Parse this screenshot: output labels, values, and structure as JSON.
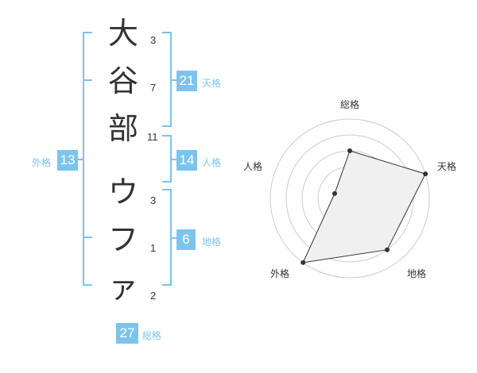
{
  "name": {
    "chars": [
      {
        "char": "大",
        "strokes": "3"
      },
      {
        "char": "谷",
        "strokes": "7"
      },
      {
        "char": "部",
        "strokes": "11"
      },
      {
        "char": "ウ",
        "strokes": "3"
      },
      {
        "char": "フ",
        "strokes": "1"
      },
      {
        "char": "ァ",
        "strokes": "2"
      }
    ]
  },
  "fortune": {
    "tenkaku": {
      "value": "21",
      "label": "天格"
    },
    "jinkaku": {
      "value": "14",
      "label": "人格"
    },
    "chikaku": {
      "value": "6",
      "label": "地格"
    },
    "gaikaku": {
      "value": "13",
      "label": "外格"
    },
    "soukaku": {
      "value": "27",
      "label": "総格"
    }
  },
  "colors": {
    "accent": "#7cc4ec",
    "radar_fill": "#f0f0f0"
  },
  "chart_data": {
    "type": "radar",
    "axes": [
      "総格",
      "天格",
      "地格",
      "外格",
      "人格"
    ],
    "values": [
      3,
      5,
      4,
      5,
      1
    ],
    "max": 5,
    "rings": 5
  }
}
